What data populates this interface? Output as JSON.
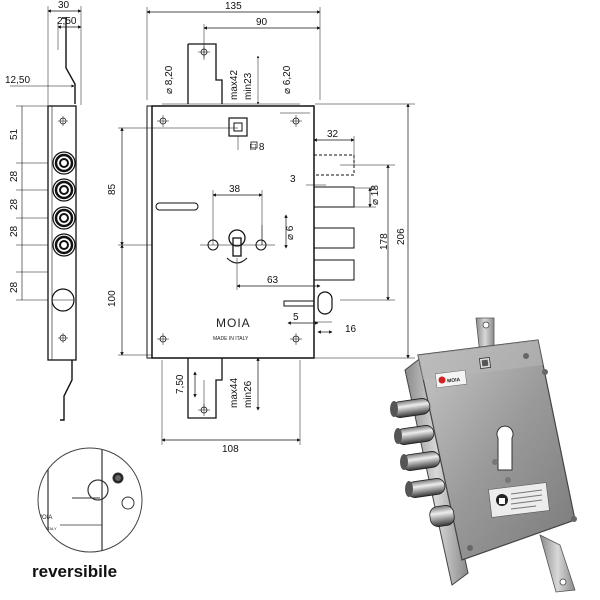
{
  "side_view": {
    "width": "30",
    "offset": "2,50",
    "hook": "12,50",
    "pitches": [
      "51",
      "28",
      "28",
      "28",
      "28"
    ]
  },
  "front_view": {
    "width": "135",
    "keeper_offset": "90",
    "keeper_top_left": "8,20",
    "keeper_top_max": "max42",
    "keeper_top_min": "min23",
    "keeper_top_right": "6,20",
    "bolt_length": "32",
    "square": "8",
    "bolt_gap": "3",
    "bolt_diameter": "18",
    "spacing_85": "85",
    "cylinder_width": "38",
    "cylinder_dia": "6",
    "height_178": "178",
    "height_206": "206",
    "bolt_63": "63",
    "height_100": "100",
    "latch_5": "5",
    "latch_16": "16",
    "keeper_bottom_left": "7,50",
    "keeper_bottom_max": "max44",
    "keeper_bottom_min": "min26",
    "bottom_width": "108"
  },
  "brand": {
    "name": "MOIA",
    "made_in": "MADE IN ITALY",
    "accent": "#1a1a1a"
  },
  "photo": {
    "sticker_brand": "MOIA"
  },
  "inset": {
    "label": "MOIA",
    "sub": "SEE ITALY"
  },
  "caption": "reversibile"
}
